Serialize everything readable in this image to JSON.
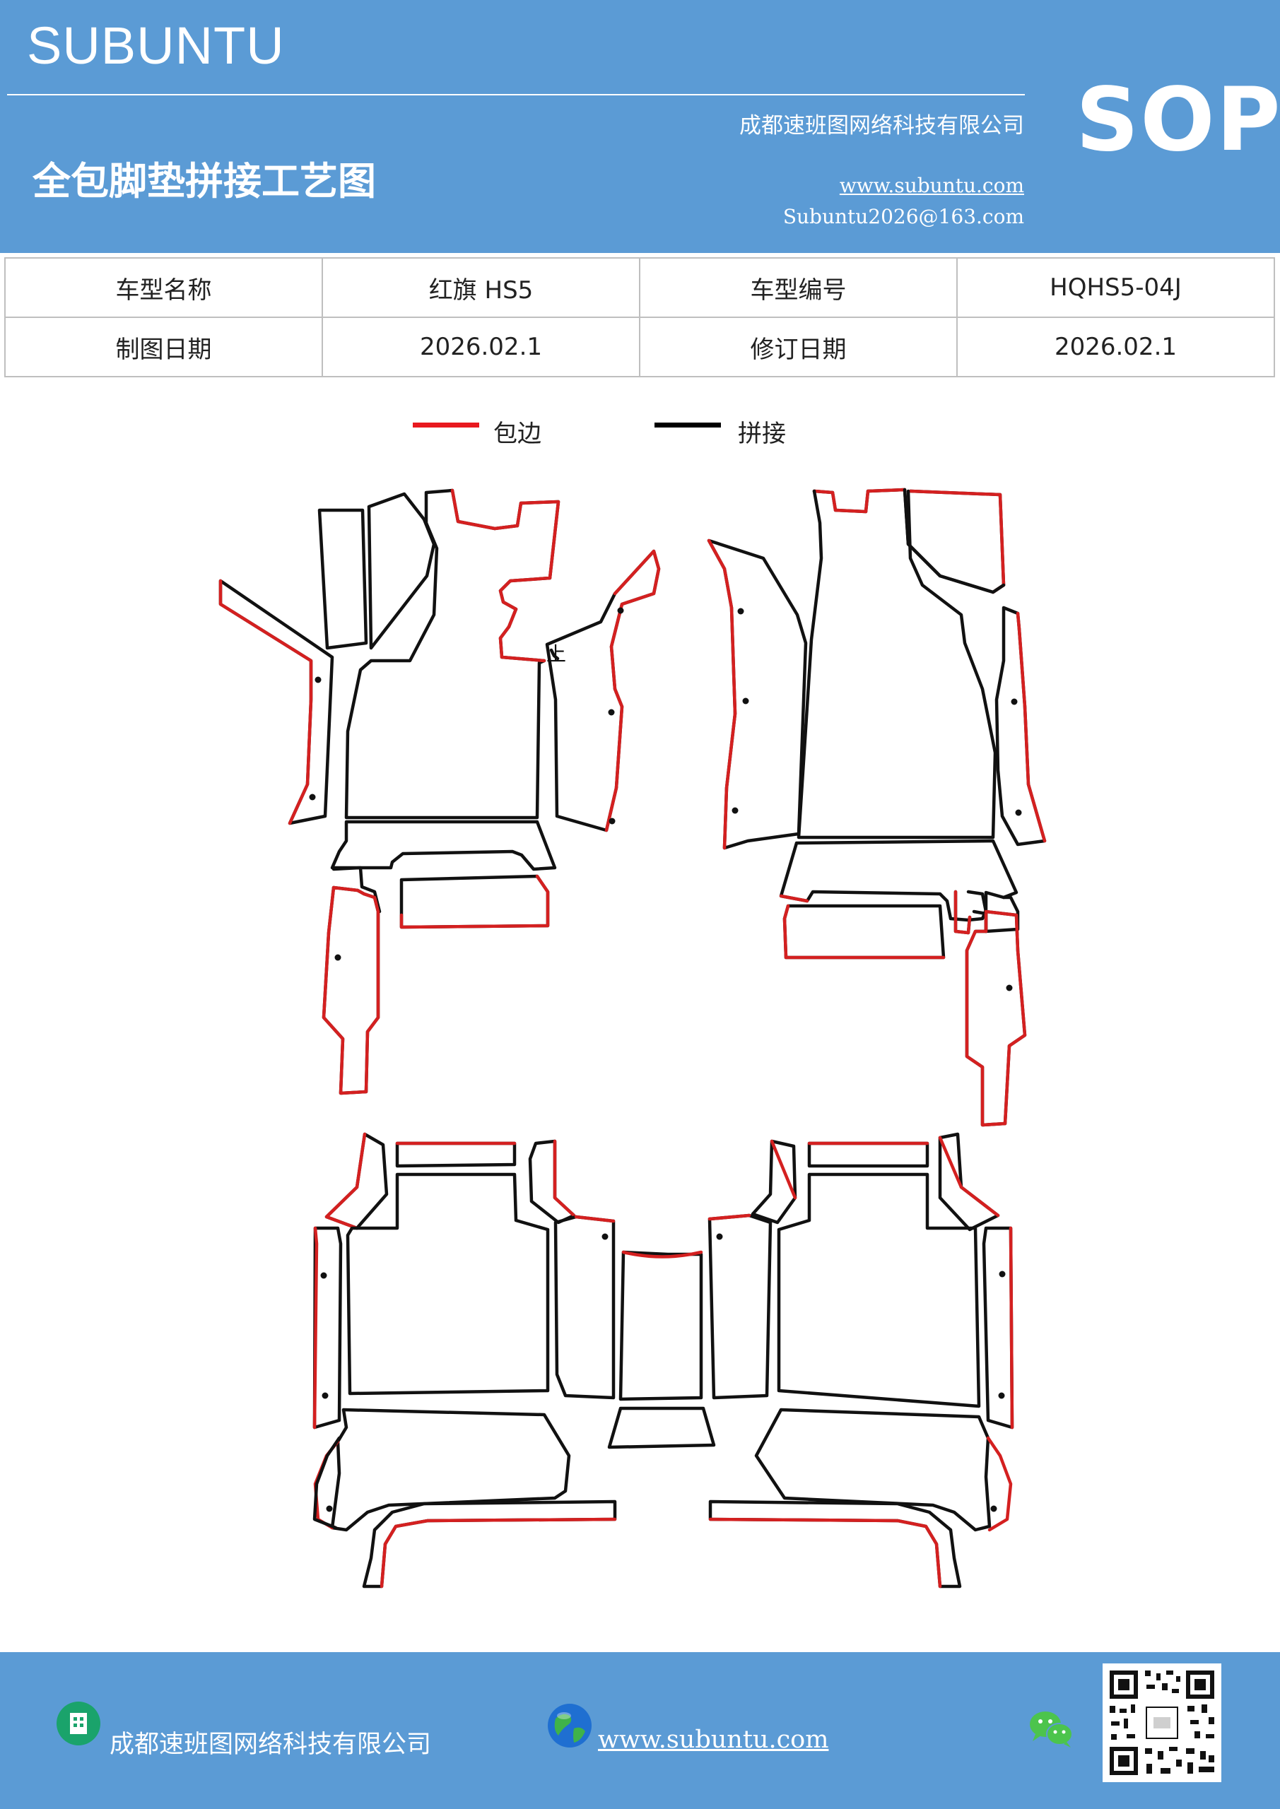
{
  "header": {
    "brand": "SUBUNTU",
    "company": "成都速班图网络科技有限公司",
    "title": "全包脚垫拼接工艺图",
    "website": "www.subuntu.com",
    "email": "Subuntu2026@163.com",
    "badge": "SOP",
    "background_color": "#5b9bd5"
  },
  "info_table": {
    "rows": [
      [
        "车型名称",
        "红旗 HS5",
        "车型编号",
        "HQHS5-04J"
      ],
      [
        "制图日期",
        "2026.02.1",
        "修订日期",
        "2026.02.1"
      ]
    ]
  },
  "legend": {
    "items": [
      {
        "label": "包边",
        "color": "#e8191f"
      },
      {
        "label": "拼接",
        "color": "#000000"
      }
    ]
  },
  "diagram": {
    "mark_label": "上",
    "edge_color": "#d42020",
    "seam_color": "#111111"
  },
  "footer": {
    "company": "成都速班图网络科技有限公司",
    "website": "www.subuntu.com",
    "icons": [
      "building-icon",
      "globe-icon",
      "wechat-icon",
      "qr-code"
    ]
  }
}
